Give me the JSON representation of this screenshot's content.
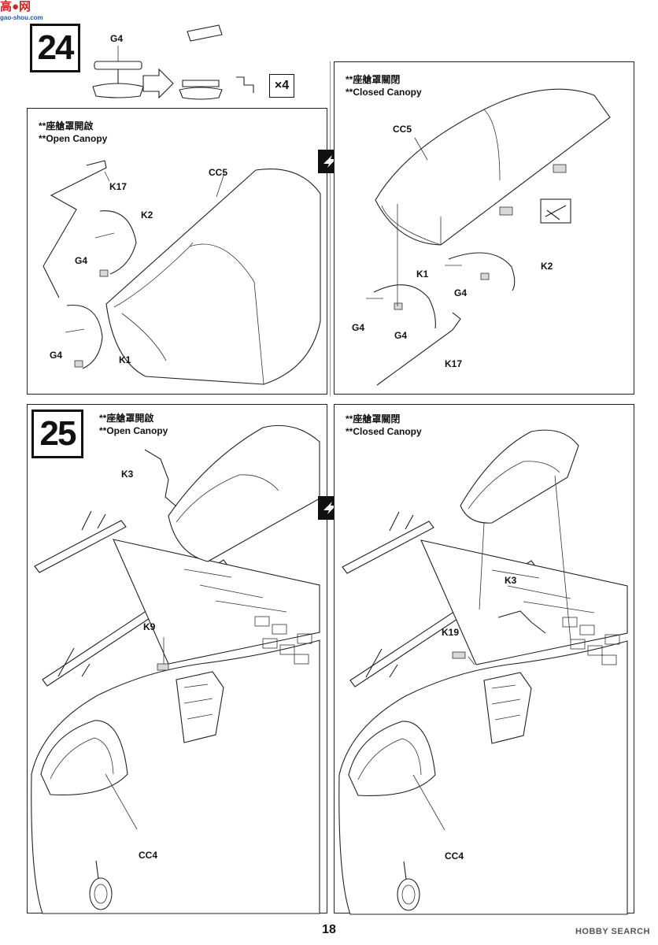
{
  "watermark": {
    "brand": "高●网",
    "sub": "gao-shou.com"
  },
  "page_number": "18",
  "footer_brand": "HOBBY SEARCH",
  "swap_icon": "swap-arrows-icon",
  "step24": {
    "number": "24",
    "header_parts": {
      "part": "G4",
      "quantity": "×4"
    },
    "open_panel": {
      "title_zh": "**座艙罩開啟",
      "title_en": "**Open Canopy",
      "labels": {
        "k17": "K17",
        "k2": "K2",
        "g4_upper": "G4",
        "g4_lower": "G4",
        "k1": "K1",
        "cc5": "CC5"
      }
    },
    "closed_panel": {
      "title_zh": "**座艙罩關閉",
      "title_en": "**Closed Canopy",
      "labels": {
        "cc5": "CC5",
        "k1": "K1",
        "k2": "K2",
        "g4_left": "G4",
        "g4_mid": "G4",
        "g4_right": "G4",
        "k17": "K17"
      }
    }
  },
  "step25": {
    "number": "25",
    "open_panel": {
      "title_zh": "**座艙罩開啟",
      "title_en": "**Open Canopy",
      "labels": {
        "k3": "K3",
        "k9": "K9",
        "cc4": "CC4"
      }
    },
    "closed_panel": {
      "title_zh": "**座艙罩關閉",
      "title_en": "**Closed Canopy",
      "labels": {
        "k3": "K3",
        "k19": "K19",
        "cc4": "CC4"
      }
    }
  }
}
